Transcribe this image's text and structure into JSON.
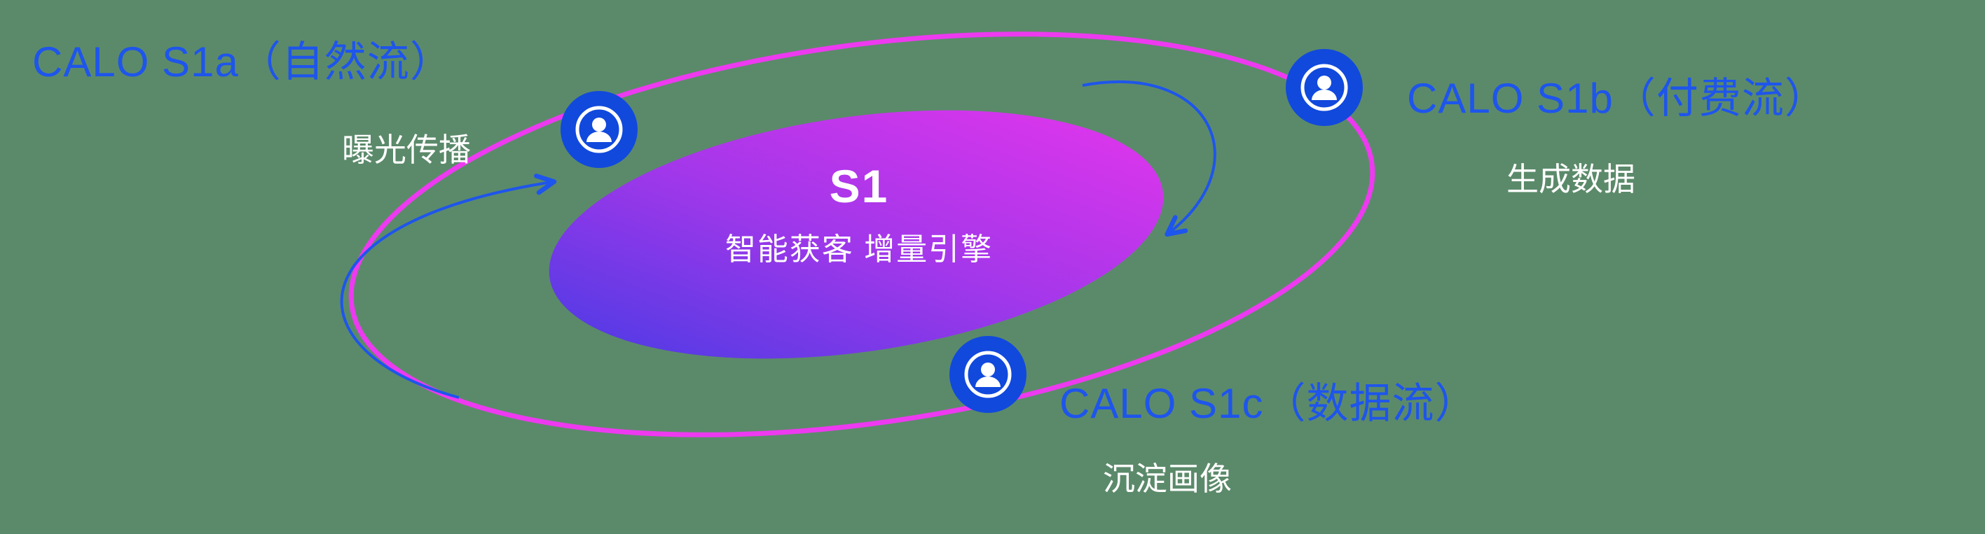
{
  "colors": {
    "background": "#5b8a6a",
    "accent_blue": "#1e55ec",
    "icon_blue": "#1149dd",
    "orbit_pink": "#ed3af0",
    "core_gradient_start": "#4a3be4",
    "core_gradient_mid": "#a437ea",
    "core_gradient_end": "#e335ec",
    "label_white": "#ffffff"
  },
  "center": {
    "title": "S1",
    "subtitle": "智能获客  增量引擎"
  },
  "nodes": [
    {
      "id": "s1a",
      "title": "CALO S1a（自然流）",
      "subtitle": "曝光传播",
      "icon": "user-icon"
    },
    {
      "id": "s1b",
      "title": "CALO S1b（付费流）",
      "subtitle": "生成数据",
      "icon": "user-icon"
    },
    {
      "id": "s1c",
      "title": "CALO S1c（数据流）",
      "subtitle": "沉淀画像",
      "icon": "user-icon"
    }
  ]
}
